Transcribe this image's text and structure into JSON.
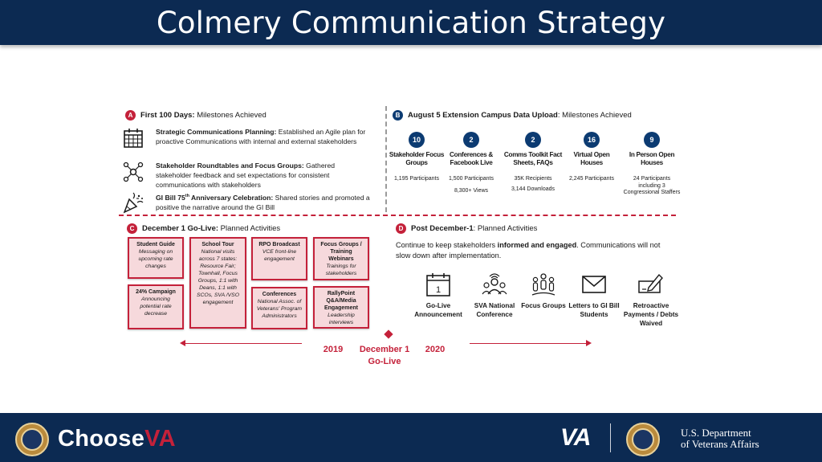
{
  "title": "Colmery Communication Strategy",
  "section_a": {
    "badge": "A",
    "heading_bold": "First 100 Days:",
    "heading_rest": " Milestones Achieved",
    "items": [
      {
        "icon": "calendar-grid-icon",
        "bold": "Strategic Communications Planning:",
        "text": " Established an Agile plan for proactive Communications with internal and external stakeholders"
      },
      {
        "icon": "network-icon",
        "bold": "Stakeholder Roundtables and Focus Groups:",
        "text": " Gathered stakeholder feedback and set expectations for consistent communications with stakeholders"
      },
      {
        "icon": "party-popper-icon",
        "bold_pre": "GI Bill 75",
        "sup": "th",
        "bold_post": " Anniversary Celebration:",
        "text": " Shared stories and promoted a positive the narrative around the GI Bill"
      }
    ]
  },
  "section_b": {
    "badge": "B",
    "heading_bold": "August 5 Extension Campus Data Upload",
    "heading_rest": ": Milestones Achieved",
    "columns": [
      {
        "num": "10",
        "label": "Stakeholder Focus Groups",
        "stat": "1,195 Participants",
        "stat2": ""
      },
      {
        "num": "2",
        "label": "Conferences & Facebook Live",
        "stat": "1,500 Participants",
        "stat2": "8,300+ Views"
      },
      {
        "num": "2",
        "label": "Comms Toolkit Fact Sheets, FAQs",
        "stat": "35K Recipients",
        "stat2": "3,144 Downloads"
      },
      {
        "num": "16",
        "label": "Virtual Open Houses",
        "stat": "2,245 Participants",
        "stat2": ""
      },
      {
        "num": "9",
        "label": "In Person Open Houses",
        "stat": "24 Participants including 3 Congressional Staffers",
        "stat2": ""
      }
    ]
  },
  "section_c": {
    "badge": "C",
    "heading_bold": "December 1 Go-Live:",
    "heading_rest": " Planned Activities",
    "boxes": [
      {
        "title": "Student Guide",
        "desc": "Messaging on upcoming rate changes"
      },
      {
        "title": "24% Campaign",
        "desc": "Announcing potential rate decrease"
      },
      {
        "title": "School Tour",
        "desc": "National visits across 7 states: Resource Fair; Townhall, Focus Groups, 1:1 with Deans, 1:1 with SCOs, SVA /VSO engagement"
      },
      {
        "title": "RPO Broadcast",
        "desc": "VCE front-line engagement"
      },
      {
        "title": "Conferences",
        "desc": "National Assoc. of Veterans' Program Administrators"
      },
      {
        "title": "Focus Groups / Training Webinars",
        "desc": "Trainings for stakeholders"
      },
      {
        "title": "RallyPoint Q&A/Media Engagement",
        "desc": "Leadership interviews"
      }
    ]
  },
  "timeline": {
    "left": "2019",
    "center_1": "December 1",
    "center_2": "Go-Live",
    "right": "2020"
  },
  "section_d": {
    "badge": "D",
    "heading_bold": "Post December-1",
    "heading_rest": ": Planned Activities",
    "text_pre": "Continue to keep stakeholders ",
    "text_bold": "informed and engaged",
    "text_post": ". Communications will not slow down after implementation.",
    "calendar_day": "1",
    "items": [
      {
        "icon": "calendar-icon",
        "label": "Go-Live Announcement"
      },
      {
        "icon": "people-talking-icon",
        "label": "SVA National Conference"
      },
      {
        "icon": "group-icon",
        "label": "Focus Groups"
      },
      {
        "icon": "envelope-icon",
        "label": "Letters to GI Bill Students"
      },
      {
        "icon": "form-pencil-icon",
        "label": "Retroactive Payments / Debts Waived"
      }
    ]
  },
  "footer": {
    "choose_prefix": "Choose",
    "choose_va": "VA",
    "va_logo": "VA",
    "dept_line1": "U.S. Department",
    "dept_line2": "of Veterans Affairs"
  },
  "colors": {
    "navy": "#0c2a52",
    "red": "#c4213a",
    "pink": "#f6d9dc"
  }
}
